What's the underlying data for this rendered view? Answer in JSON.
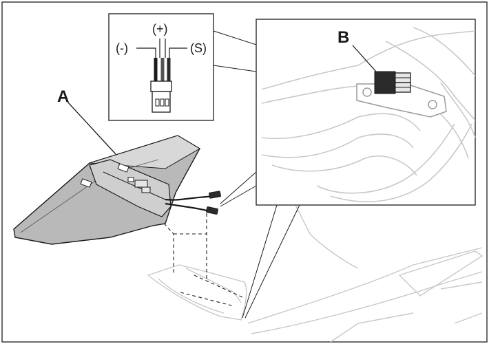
{
  "labels": {
    "callout_a": "A",
    "callout_b": "B"
  },
  "connector_inset": {
    "neg": "(-)",
    "pos": "(+)",
    "sig": "(S)"
  },
  "colors": {
    "frame": "#3a3a3a",
    "wing_fill": "#b9b9b9",
    "wing_top": "#d8d8d8",
    "light_line": "#c8c8c8",
    "ink": "#1a1a1a"
  }
}
